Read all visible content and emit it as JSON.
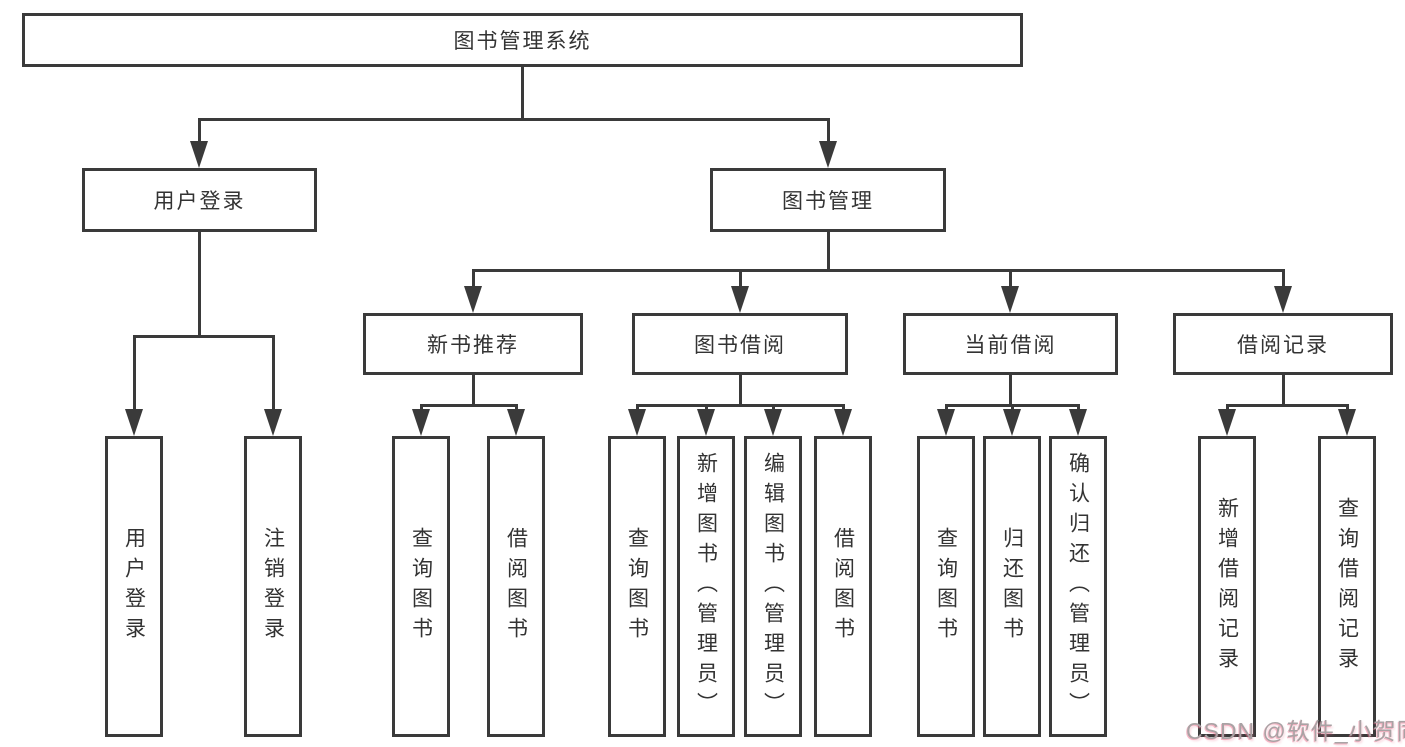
{
  "tree": {
    "label": "图书管理系统",
    "children": [
      {
        "label": "用户登录",
        "children": [
          {
            "label": "用户登录"
          },
          {
            "label": "注销登录"
          }
        ]
      },
      {
        "label": "图书管理",
        "children": [
          {
            "label": "新书推荐",
            "children": [
              {
                "label": "查询图书"
              },
              {
                "label": "借阅图书"
              }
            ]
          },
          {
            "label": "图书借阅",
            "children": [
              {
                "label": "查询图书"
              },
              {
                "label": "新增图书（管理员）"
              },
              {
                "label": "编辑图书（管理员）"
              },
              {
                "label": "借阅图书"
              }
            ]
          },
          {
            "label": "当前借阅",
            "children": [
              {
                "label": "查询图书"
              },
              {
                "label": "归还图书"
              },
              {
                "label": "确认归还（管理员）"
              }
            ]
          },
          {
            "label": "借阅记录",
            "children": [
              {
                "label": "新增借阅记录"
              },
              {
                "label": "查询借阅记录"
              }
            ]
          }
        ]
      }
    ]
  },
  "watermark": {
    "text": "CSDN @软件_小贺同学"
  },
  "colors": {
    "line": "#3a3a3a",
    "box_border": "#3a3a3a",
    "text": "#333333",
    "background": "#ffffff",
    "watermark": "#a9a2a4"
  }
}
